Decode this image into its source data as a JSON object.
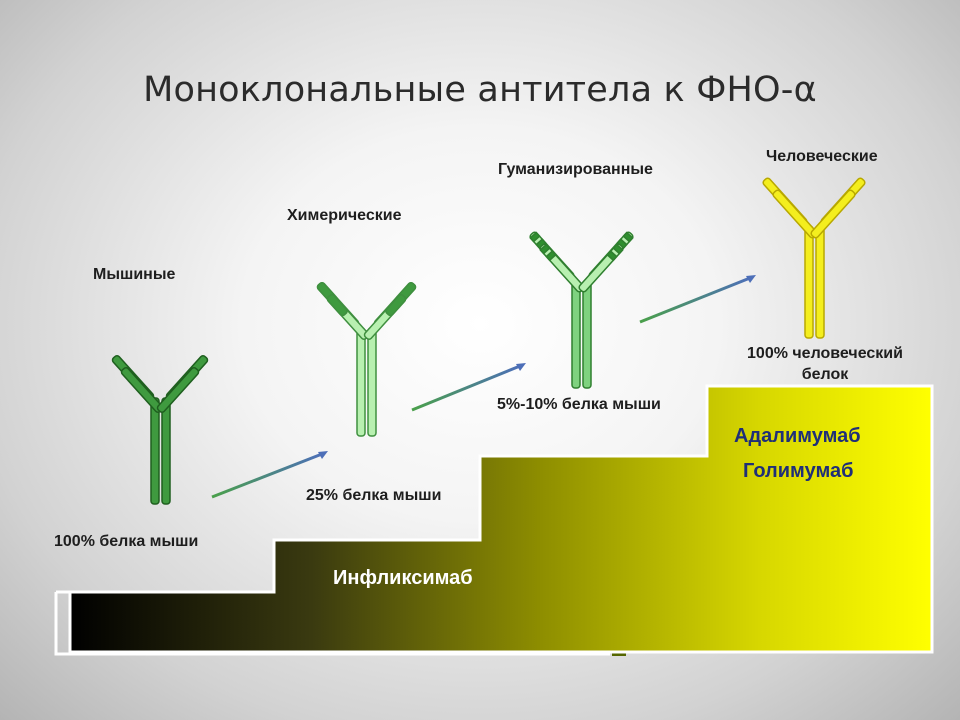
{
  "title": "Моноклональные антитела к ФНО-α",
  "stages": [
    {
      "name": "Мышиные",
      "share": "100% белка мыши"
    },
    {
      "name": "Химерические",
      "share": "25% белка мыши"
    },
    {
      "name": "Гуманизированные",
      "share": "5%-10% белка мыши"
    },
    {
      "name": "Человеческие",
      "share_line1": "100% человеческий",
      "share_line2": "белок"
    }
  ],
  "drugs": {
    "chimeric": "Инфликсимаб",
    "human_1": "Адалимумаб",
    "human_2": "Голимумаб"
  },
  "colors": {
    "mouse_dark": "#3f9a3f",
    "mouse_light": "#6ec56e",
    "human_light": "#b8f0b0",
    "human_yellow": "#f4ee1e",
    "step_dark": "#000000",
    "step_bright": "#ffff00",
    "drug_text_dark": "#1f2f78"
  }
}
